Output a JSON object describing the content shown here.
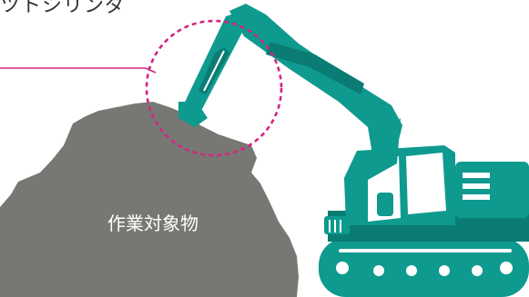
{
  "top_label": "ツトシリンダ",
  "pile_label": "作業対象物",
  "colors": {
    "excavator": "#0e9a8f",
    "excavator_dark": "#0a7c73",
    "pile": "#777774",
    "highlight": "#d6257f",
    "white": "#ffffff"
  },
  "icons": {
    "excavator": "excavator-illustration",
    "pile": "rock-pile-shape",
    "highlight": "dashed-circle-highlight"
  }
}
